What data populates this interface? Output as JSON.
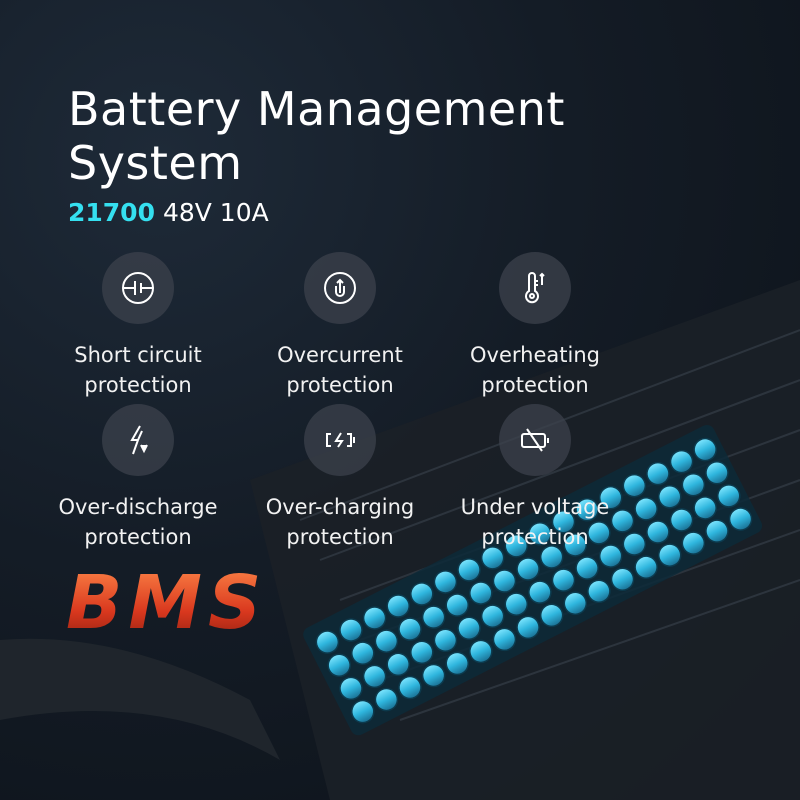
{
  "header": {
    "title_line1": "Battery Management",
    "title_line2": "System",
    "cell_type": "21700",
    "spec": "48V 10A"
  },
  "features": [
    {
      "icon": "short-circuit-icon",
      "line1": "Short circuit",
      "line2": "protection"
    },
    {
      "icon": "overcurrent-icon",
      "line1": "Overcurrent",
      "line2": "protection"
    },
    {
      "icon": "thermometer-icon",
      "line1": "Overheating",
      "line2": "protection"
    },
    {
      "icon": "lightning-icon",
      "line1": "Over-discharge",
      "line2": "protection"
    },
    {
      "icon": "battery-charging-icon",
      "line1": "Over-charging",
      "line2": "protection"
    },
    {
      "icon": "battery-off-icon",
      "line1": "Under voltage",
      "line2": "protection"
    }
  ],
  "logo_text": "BMS",
  "colors": {
    "accent": "#35e0f0",
    "logo": "#e0502a",
    "battery": "#3fc4e6"
  }
}
